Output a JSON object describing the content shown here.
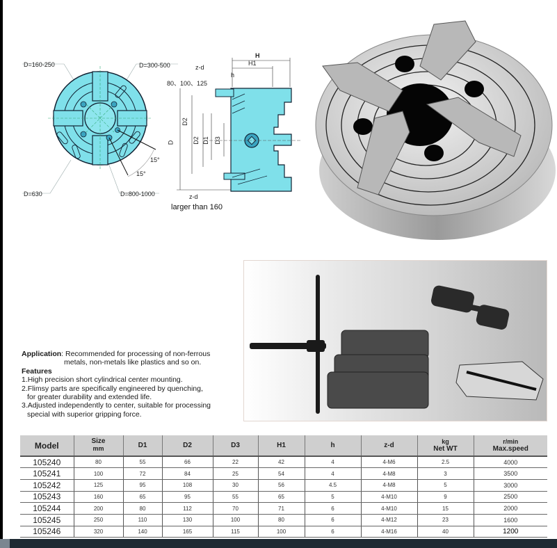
{
  "diagram": {
    "front_view": {
      "labels": [
        "D=160-250",
        "D=300-500",
        "D=630",
        "D=800-1000"
      ],
      "angles": [
        "15°",
        "15°"
      ],
      "fill_color": "#7fe0ea"
    },
    "section_view": {
      "labels": {
        "H": "H",
        "H1": "H1",
        "h": "h",
        "zd_top": "z-d",
        "sizes": "80、100、125",
        "D": "D",
        "D2_outer": "D2",
        "D2_inner": "D2",
        "D1": "D1",
        "D3": "D3",
        "zd_bottom": "z-d"
      },
      "annotation": "larger than 160"
    }
  },
  "photos": {
    "product": "four-jaw-chuck",
    "accessories": [
      "t-wrench",
      "reversible-jaws",
      "lead-screw",
      "single-jaw"
    ]
  },
  "description": {
    "application_label": "Application",
    "application_line1": ": Recommended for processing of non-ferrous",
    "application_line2": "metals, non-metals like plastics and so on.",
    "features_label": "Features",
    "features": [
      "1.High precision short cylindrical center mounting.",
      "2.Flimsy parts are specifically engineered by quenching,",
      "for greater durability and extended life.",
      "3.Adjusted independently to center, suitable for processing",
      "special with superior gripping force."
    ]
  },
  "table": {
    "headers": [
      {
        "l1": "Model",
        "l2": ""
      },
      {
        "l1": "Size",
        "l2": "mm"
      },
      {
        "l1": "D1",
        "l2": ""
      },
      {
        "l1": "D2",
        "l2": ""
      },
      {
        "l1": "D3",
        "l2": ""
      },
      {
        "l1": "H1",
        "l2": ""
      },
      {
        "l1": "h",
        "l2": ""
      },
      {
        "l1": "z-d",
        "l2": ""
      },
      {
        "l1": "kg",
        "l2": "Net  WT"
      },
      {
        "l1": "r/min",
        "l2": "Max.speed"
      }
    ],
    "rows": [
      [
        "105240",
        "80",
        "55",
        "66",
        "22",
        "42",
        "4",
        "4-M6",
        "2.5",
        "4000"
      ],
      [
        "105241",
        "100",
        "72",
        "84",
        "25",
        "54",
        "4",
        "4-M8",
        "3",
        "3500"
      ],
      [
        "105242",
        "125",
        "95",
        "108",
        "30",
        "56",
        "4.5",
        "4-M8",
        "5",
        "3000"
      ],
      [
        "105243",
        "160",
        "65",
        "95",
        "55",
        "65",
        "5",
        "4-M10",
        "9",
        "2500"
      ],
      [
        "105244",
        "200",
        "80",
        "112",
        "70",
        "71",
        "6",
        "4-M10",
        "15",
        "2000"
      ],
      [
        "105245",
        "250",
        "110",
        "130",
        "100",
        "80",
        "6",
        "4-M12",
        "23",
        "1600"
      ],
      [
        "105246",
        "320",
        "140",
        "165",
        "115",
        "100",
        "6",
        "4-M16",
        "40",
        "1200"
      ]
    ]
  }
}
